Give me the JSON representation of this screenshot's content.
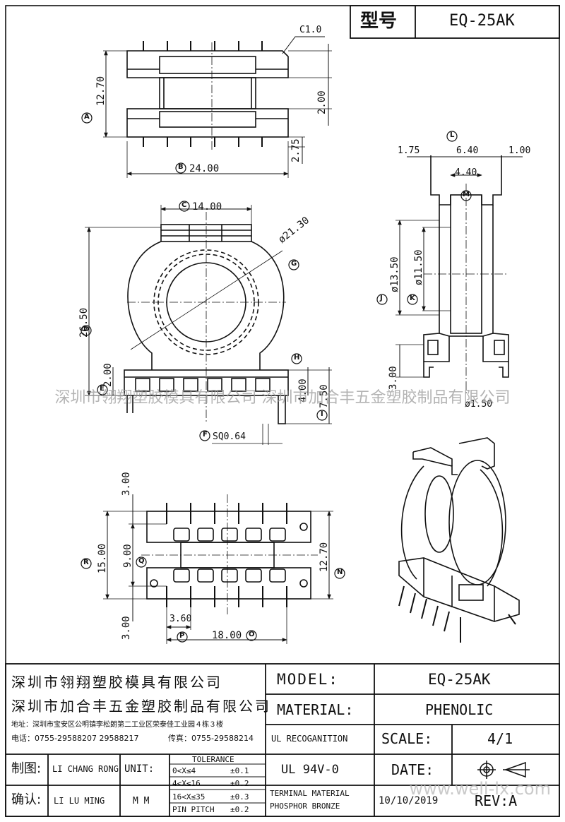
{
  "header": {
    "model_label_cn": "型号",
    "model_value": "EQ-25AK"
  },
  "dims": {
    "c10": "C1.0",
    "d1270_top": "12.70",
    "d200_top": "2.00",
    "d275": "2.75",
    "d2400": "24.00",
    "d175": "1.75",
    "d640": "6.40",
    "d100": "1.00",
    "d440": "4.40",
    "d1400": "14.00",
    "d2130": "ø21.30",
    "d2650": "26.50",
    "d200_mid": "2.00",
    "d400": "4.00",
    "d750": "7.50",
    "sq064": "SQ0.64",
    "d1350": "ø13.50",
    "d1150": "ø11.50",
    "d300_side": "3.00",
    "d150": "ø1.50",
    "d300_top_b": "3.00",
    "d1500": "15.00",
    "d900": "9.00",
    "d1270_b": "12.70",
    "d300_bot_b": "3.00",
    "d360": "3.60",
    "d1800": "18.00"
  },
  "markers": [
    "A",
    "B",
    "C",
    "D",
    "E",
    "F",
    "G",
    "H",
    "I",
    "J",
    "K",
    "L",
    "M",
    "N",
    "O",
    "P",
    "Q",
    "R"
  ],
  "watermark": "深圳市翎翔塑胶模具有限公司 深圳市加合丰五金塑胶制品有限公司",
  "watermark2": "www.well-lx.com",
  "title_block": {
    "company1": "深圳市翎翔塑胶模具有限公司",
    "company2": "深圳市加合丰五金塑胶制品有限公司",
    "address": "地址：深圳市宝安区公明镇李松朗第二工业区荣泰佳工业园４栋３楼",
    "phone": "电话：0755-29588207  29588217",
    "fax": "传真：0755-29588214",
    "draw_label": "制图:",
    "draw_name": "LI CHANG RONG",
    "confirm_label": "确认:",
    "confirm_name": "LI LU MING",
    "unit_label": "UNIT:",
    "unit_value": "M M",
    "tolerance_label": "TOLERANCE",
    "tol_rows": [
      {
        "range": "0<X≤4",
        "val": "±0.1"
      },
      {
        "range": "4<X≤16",
        "val": "±0.2"
      },
      {
        "range": "16<X≤35",
        "val": "±0.3"
      },
      {
        "range": "PIN PITCH",
        "val": "±0.2"
      }
    ],
    "model_label": "MODEL:",
    "model_value": "EQ-25AK",
    "material_label": "MATERIAL:",
    "material_value": "PHENOLIC",
    "ul_label": "UL RECOGANITION",
    "ul_value": "UL 94V-0",
    "scale_label": "SCALE:",
    "scale_value": "4/1",
    "date_label": "DATE:",
    "terminal_label_1": "TERMINAL MATERIAL",
    "terminal_label_2": "PHOSPHOR  BRONZE",
    "date_value": "10/10/2019",
    "rev_label": "REV:A"
  }
}
